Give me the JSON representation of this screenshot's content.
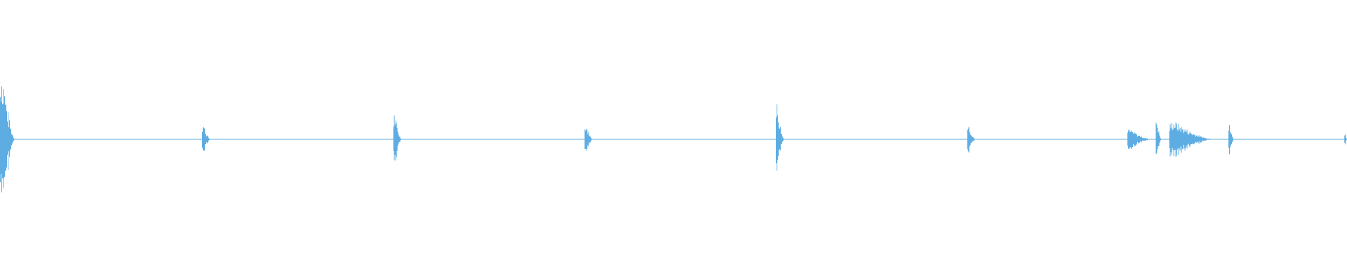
{
  "waveform": {
    "color": "#5dade2",
    "background": "#ffffff",
    "bursts": [
      {
        "at": 0.0,
        "amp": 0.72,
        "dur": 0.011
      },
      {
        "at": 0.15,
        "amp": 0.16,
        "dur": 0.006
      },
      {
        "at": 0.292,
        "amp": 0.26,
        "dur": 0.006
      },
      {
        "at": 0.434,
        "amp": 0.16,
        "dur": 0.006
      },
      {
        "at": 0.576,
        "amp": 0.36,
        "dur": 0.006
      },
      {
        "at": 0.718,
        "amp": 0.16,
        "dur": 0.006
      },
      {
        "at": 0.837,
        "amp": 0.1,
        "dur": 0.018
      },
      {
        "at": 0.858,
        "amp": 0.22,
        "dur": 0.004
      },
      {
        "at": 0.868,
        "amp": 0.18,
        "dur": 0.033
      },
      {
        "at": 0.912,
        "amp": 0.15,
        "dur": 0.004
      },
      {
        "at": 0.998,
        "amp": 0.07,
        "dur": 0.002
      }
    ]
  }
}
